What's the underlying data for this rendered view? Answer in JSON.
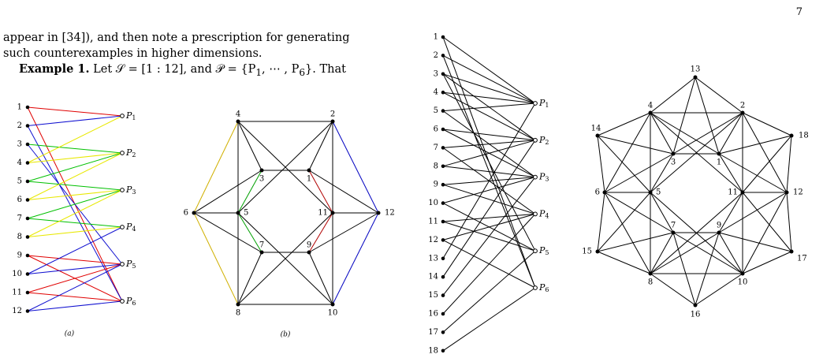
{
  "page": {
    "page_number": "7",
    "text_line1": "appear in [34]), and then note a prescription for generating",
    "text_line2": "such counterexamples in higher dimensions.",
    "example_head": "Example 1.",
    "example_text": "Let 𝒮 = [1 : 12], and 𝒫 = {P",
    "example_tail": ", ⋯ , P",
    "example_end": "}. That",
    "sub_1": "1",
    "sub_6": "6"
  },
  "figure_a": {
    "caption": "(a)",
    "left_nodes": [
      "1",
      "2",
      "3",
      "4",
      "5",
      "6",
      "7",
      "8",
      "9",
      "10",
      "11",
      "12"
    ],
    "right_nodes": [
      "P1",
      "P2",
      "P3",
      "P4",
      "P5",
      "P6"
    ],
    "edge_colors": {
      "red": "#e00000",
      "blue": "#1010d0",
      "green": "#00c000",
      "yellow": "#e8e800"
    },
    "edges": [
      {
        "from": "1",
        "to": "P1",
        "color": "red"
      },
      {
        "from": "1",
        "to": "P6",
        "color": "red"
      },
      {
        "from": "2",
        "to": "P1",
        "color": "blue"
      },
      {
        "from": "2",
        "to": "P6",
        "color": "blue"
      },
      {
        "from": "3",
        "to": "P2",
        "color": "green"
      },
      {
        "from": "3",
        "to": "P5",
        "color": "blue"
      },
      {
        "from": "4",
        "to": "P1",
        "color": "yellow"
      },
      {
        "from": "4",
        "to": "P2",
        "color": "yellow"
      },
      {
        "from": "5",
        "to": "P2",
        "color": "green"
      },
      {
        "from": "5",
        "to": "P3",
        "color": "green"
      },
      {
        "from": "6",
        "to": "P2",
        "color": "yellow"
      },
      {
        "from": "6",
        "to": "P3",
        "color": "yellow"
      },
      {
        "from": "7",
        "to": "P3",
        "color": "green"
      },
      {
        "from": "7",
        "to": "P4",
        "color": "green"
      },
      {
        "from": "8",
        "to": "P3",
        "color": "yellow"
      },
      {
        "from": "8",
        "to": "P4",
        "color": "yellow"
      },
      {
        "from": "9",
        "to": "P5",
        "color": "red"
      },
      {
        "from": "9",
        "to": "P6",
        "color": "red"
      },
      {
        "from": "10",
        "to": "P4",
        "color": "blue"
      },
      {
        "from": "10",
        "to": "P5",
        "color": "blue"
      },
      {
        "from": "11",
        "to": "P5",
        "color": "red"
      },
      {
        "from": "11",
        "to": "P6",
        "color": "red"
      },
      {
        "from": "12",
        "to": "P5",
        "color": "blue"
      },
      {
        "from": "12",
        "to": "P6",
        "color": "blue"
      }
    ]
  },
  "figure_b": {
    "caption": "(b)",
    "nodes": [
      "1",
      "2",
      "3",
      "4",
      "5",
      "6",
      "7",
      "8",
      "9",
      "10",
      "11",
      "12"
    ],
    "edge_colors": {
      "black": "#000000",
      "yellow": "#d0b000",
      "green": "#00a000",
      "red": "#b00000",
      "blue": "#0000c0"
    },
    "edges": [
      [
        "4",
        "2",
        "black"
      ],
      [
        "4",
        "8",
        "black"
      ],
      [
        "2",
        "10",
        "black"
      ],
      [
        "8",
        "10",
        "black"
      ],
      [
        "4",
        "6",
        "yellow"
      ],
      [
        "6",
        "8",
        "yellow"
      ],
      [
        "2",
        "12",
        "blue"
      ],
      [
        "12",
        "10",
        "blue"
      ],
      [
        "3",
        "5",
        "green"
      ],
      [
        "5",
        "7",
        "green"
      ],
      [
        "1",
        "11",
        "red"
      ],
      [
        "11",
        "9",
        "red"
      ],
      [
        "3",
        "1",
        "black"
      ],
      [
        "7",
        "9",
        "black"
      ],
      [
        "4",
        "3",
        "black"
      ],
      [
        "4",
        "11",
        "black"
      ],
      [
        "2",
        "1",
        "black"
      ],
      [
        "2",
        "5",
        "black"
      ],
      [
        "8",
        "7",
        "black"
      ],
      [
        "8",
        "11",
        "black"
      ],
      [
        "10",
        "9",
        "black"
      ],
      [
        "10",
        "5",
        "black"
      ],
      [
        "6",
        "5",
        "black"
      ],
      [
        "6",
        "3",
        "black"
      ],
      [
        "6",
        "7",
        "black"
      ],
      [
        "12",
        "11",
        "black"
      ],
      [
        "12",
        "1",
        "black"
      ],
      [
        "12",
        "9",
        "black"
      ]
    ]
  },
  "figure_c": {
    "left_nodes": [
      "1",
      "2",
      "3",
      "4",
      "5",
      "6",
      "7",
      "8",
      "9",
      "10",
      "11",
      "12",
      "13",
      "14",
      "15",
      "16",
      "17",
      "18"
    ],
    "right_nodes": [
      "P1",
      "P2",
      "P3",
      "P4",
      "P5",
      "P6"
    ],
    "edges": [
      [
        "1",
        "P1"
      ],
      [
        "1",
        "P6"
      ],
      [
        "2",
        "P1"
      ],
      [
        "2",
        "P6"
      ],
      [
        "3",
        "P1"
      ],
      [
        "3",
        "P2"
      ],
      [
        "3",
        "P5"
      ],
      [
        "4",
        "P1"
      ],
      [
        "4",
        "P2"
      ],
      [
        "5",
        "P1"
      ],
      [
        "5",
        "P3"
      ],
      [
        "6",
        "P2"
      ],
      [
        "6",
        "P3"
      ],
      [
        "7",
        "P2"
      ],
      [
        "7",
        "P4"
      ],
      [
        "8",
        "P2"
      ],
      [
        "8",
        "P3"
      ],
      [
        "9",
        "P3"
      ],
      [
        "9",
        "P4"
      ],
      [
        "10",
        "P3"
      ],
      [
        "10",
        "P5"
      ],
      [
        "11",
        "P4"
      ],
      [
        "11",
        "P5"
      ],
      [
        "12",
        "P4"
      ],
      [
        "12",
        "P6"
      ],
      [
        "13",
        "P1"
      ],
      [
        "14",
        "P2"
      ],
      [
        "15",
        "P3"
      ],
      [
        "16",
        "P4"
      ],
      [
        "17",
        "P5"
      ],
      [
        "18",
        "P6"
      ]
    ]
  },
  "figure_d": {
    "nodes": [
      "1",
      "2",
      "3",
      "4",
      "5",
      "6",
      "7",
      "8",
      "9",
      "10",
      "11",
      "12",
      "13",
      "14",
      "15",
      "16",
      "17",
      "18"
    ],
    "edges": [
      [
        "4",
        "2"
      ],
      [
        "4",
        "8"
      ],
      [
        "2",
        "10"
      ],
      [
        "8",
        "10"
      ],
      [
        "4",
        "14"
      ],
      [
        "14",
        "6"
      ],
      [
        "6",
        "15"
      ],
      [
        "15",
        "8"
      ],
      [
        "2",
        "18"
      ],
      [
        "18",
        "12"
      ],
      [
        "12",
        "17"
      ],
      [
        "17",
        "10"
      ],
      [
        "4",
        "13"
      ],
      [
        "13",
        "2"
      ],
      [
        "8",
        "16"
      ],
      [
        "16",
        "10"
      ],
      [
        "3",
        "1"
      ],
      [
        "7",
        "9"
      ],
      [
        "3",
        "5"
      ],
      [
        "5",
        "7"
      ],
      [
        "1",
        "11"
      ],
      [
        "11",
        "9"
      ],
      [
        "4",
        "5"
      ],
      [
        "4",
        "3"
      ],
      [
        "4",
        "1"
      ],
      [
        "4",
        "11"
      ],
      [
        "2",
        "3"
      ],
      [
        "2",
        "1"
      ],
      [
        "2",
        "11"
      ],
      [
        "2",
        "5"
      ],
      [
        "8",
        "5"
      ],
      [
        "8",
        "7"
      ],
      [
        "8",
        "9"
      ],
      [
        "8",
        "11"
      ],
      [
        "10",
        "11"
      ],
      [
        "10",
        "9"
      ],
      [
        "10",
        "7"
      ],
      [
        "10",
        "5"
      ],
      [
        "6",
        "5"
      ],
      [
        "6",
        "3"
      ],
      [
        "6",
        "7"
      ],
      [
        "6",
        "4"
      ],
      [
        "6",
        "8"
      ],
      [
        "12",
        "11"
      ],
      [
        "12",
        "1"
      ],
      [
        "12",
        "9"
      ],
      [
        "12",
        "2"
      ],
      [
        "12",
        "10"
      ],
      [
        "14",
        "3"
      ],
      [
        "14",
        "5"
      ],
      [
        "15",
        "5"
      ],
      [
        "15",
        "7"
      ],
      [
        "18",
        "1"
      ],
      [
        "18",
        "11"
      ],
      [
        "17",
        "11"
      ],
      [
        "17",
        "9"
      ],
      [
        "13",
        "3"
      ],
      [
        "13",
        "1"
      ],
      [
        "16",
        "7"
      ],
      [
        "16",
        "9"
      ]
    ]
  }
}
